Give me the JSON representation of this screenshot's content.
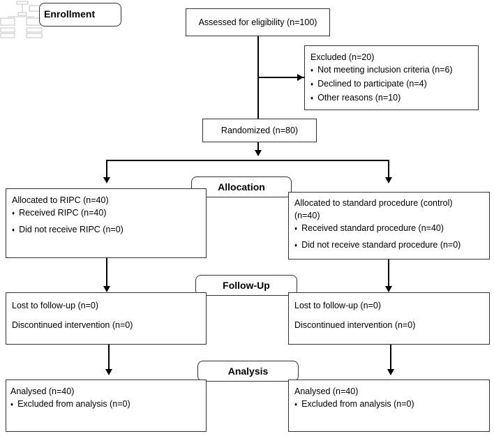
{
  "stages": {
    "enrollment": "Enrollment",
    "allocation": "Allocation",
    "follow_up": "Follow-Up",
    "analysis": "Analysis"
  },
  "assessed": "Assessed for eligibility (n=100)",
  "excluded": {
    "title": "Excluded  (n=20)",
    "items": [
      "Not meeting inclusion criteria (n=6)",
      "Declined to participate (n=4)",
      "Other reasons (n=10)"
    ]
  },
  "randomized": "Randomized (n=80)",
  "left_arm": {
    "allocation_title": "Allocated to RIPC (n=40)",
    "allocation_items": [
      "Received RIPC (n=40)",
      "Did not receive RIPC (n=0)"
    ],
    "lost": "Lost to follow-up (n=0)",
    "discontinued": "Discontinued intervention (n=0)",
    "analysed": "Analysed  (n=40)",
    "excluded_analysis": "Excluded from analysis (n=0)"
  },
  "right_arm": {
    "allocation_title_1": "Allocated to standard procedure (control)",
    "allocation_title_2": "(n=40)",
    "allocation_items": [
      "Received standard procedure (n=40)",
      "Did not receive standard procedure (n=0)"
    ],
    "lost": "Lost to follow-up (n=0)",
    "discontinued": "Discontinued intervention (n=0)",
    "analysed": "Analysed  (n=40)",
    "excluded_analysis": "Excluded from analysis (n=0)"
  }
}
